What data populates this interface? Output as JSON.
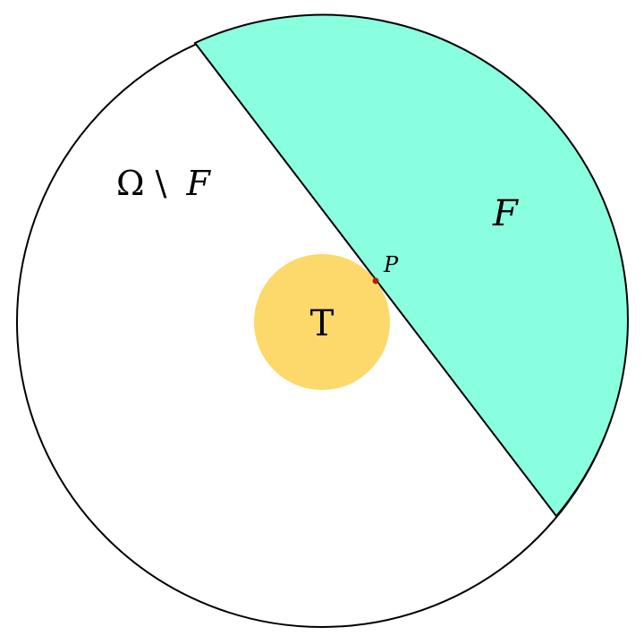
{
  "labels": {
    "complement": "Ω \\ F",
    "complement_symbol": "Ω \\",
    "complement_set": "F",
    "region": "F",
    "point": "P",
    "center": "T"
  },
  "colors": {
    "region_fill": "#8affdf",
    "center_fill": "#fdd86a",
    "point_fill": "#b01c10",
    "outline": "#000000",
    "background": "#ffffff"
  }
}
